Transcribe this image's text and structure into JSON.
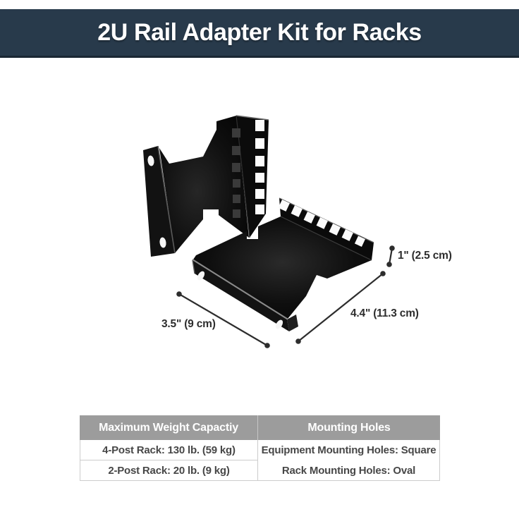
{
  "header": {
    "title": "2U Rail Adapter Kit for Racks"
  },
  "annotations": {
    "height": "1\" (2.5 cm)",
    "depth": "4.4\" (11.3 cm)",
    "width": "3.5\" (9 cm)"
  },
  "table": {
    "columns": [
      {
        "header": "Maximum Weight Capactiy",
        "rows": [
          "4-Post Rack: 130 lb. (59 kg)",
          "2-Post Rack: 20 lb. (9 kg)"
        ]
      },
      {
        "header": "Mounting Holes",
        "rows": [
          "Equipment Mounting Holes: Square",
          "Rack Mounting Holes: Oval"
        ]
      }
    ]
  },
  "colors": {
    "banner_bg": "#283a4b",
    "banner_border": "#1a2733",
    "table_header_bg": "#9c9c9c",
    "dimension_text": "#2d2d2d",
    "bracket_black": "#0a0a0a"
  }
}
